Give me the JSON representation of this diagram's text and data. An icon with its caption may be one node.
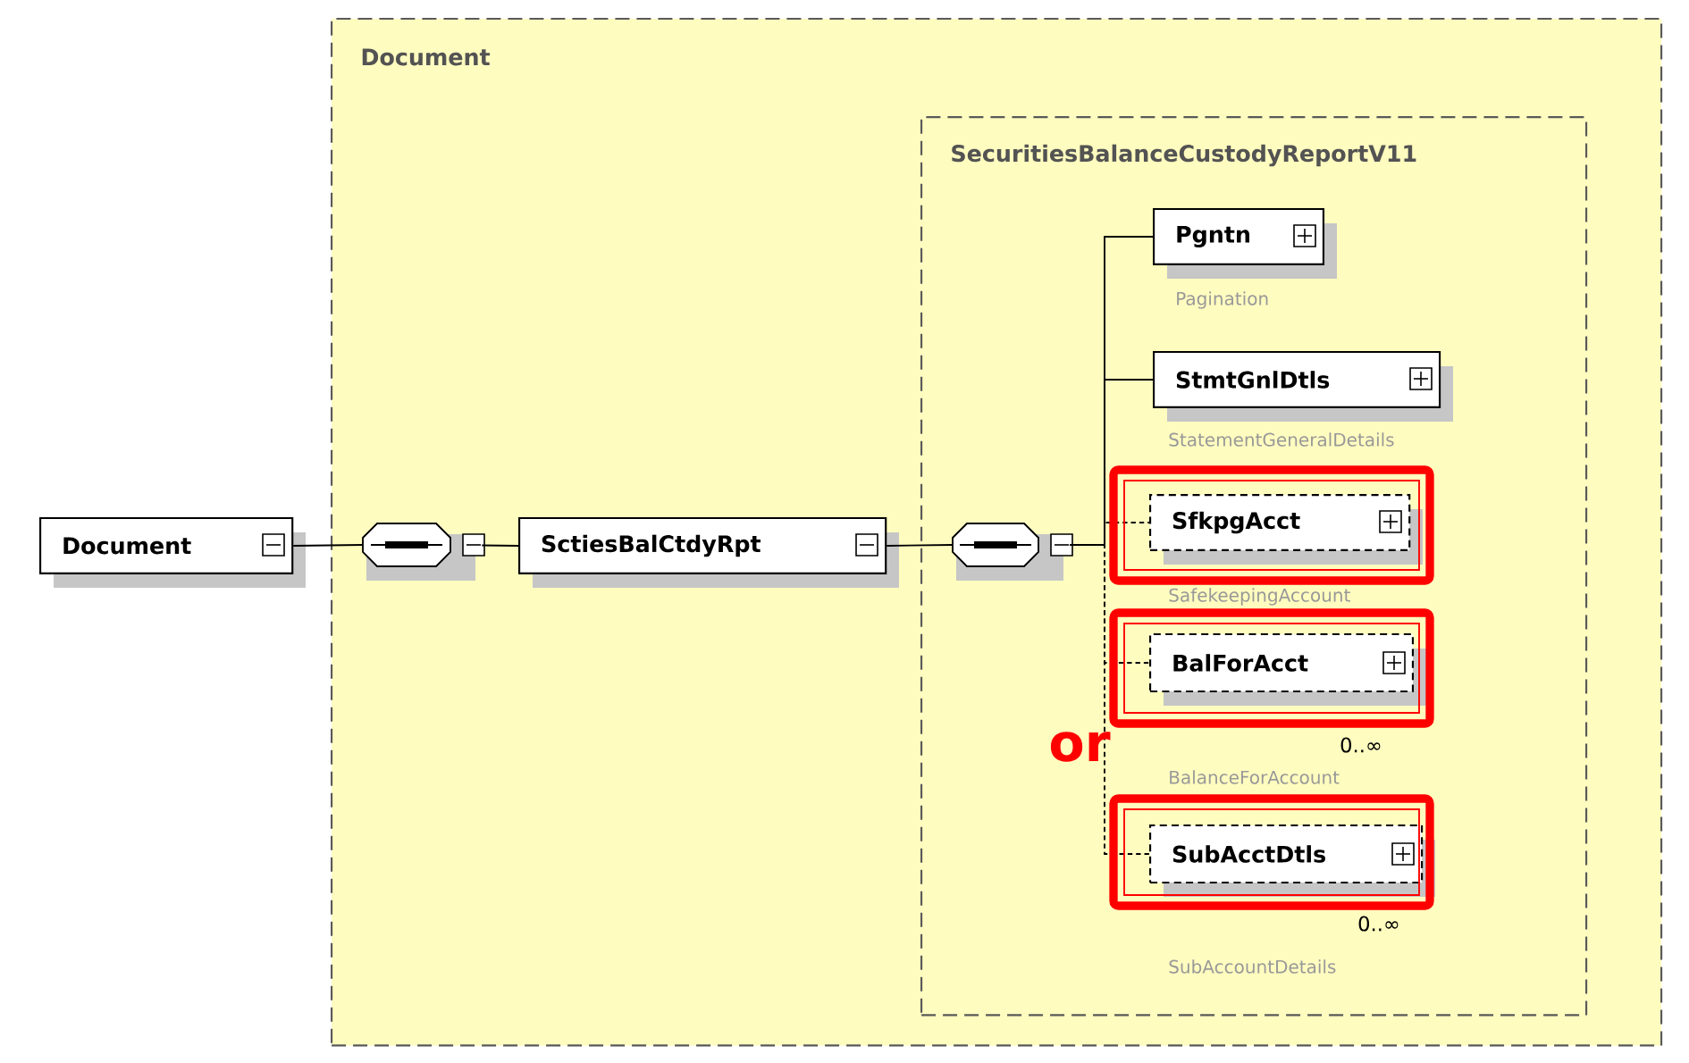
{
  "diagram": {
    "nodes": [
      {
        "text": [
          "Document"
        ]
      },
      {
        "text": [
          "SecuritiesBalanceCustodyReportV11"
        ],
        "in": 0
      },
      {
        "text": [
          "Document"
        ]
      },
      {
        "text": [],
        "shape": "octagon",
        "in": 0
      },
      {
        "text": [
          "SctiesBalCtdyRpt"
        ],
        "in": 0
      },
      {
        "text": [],
        "shape": "octagon",
        "in": 1
      },
      {
        "text": [
          "Pgntn"
        ],
        "beside": [
          "Pagination"
        ],
        "in": 1
      },
      {
        "text": [
          "StmtGnlDtls"
        ],
        "beside": [
          "StatementGeneralDetails"
        ],
        "in": 1
      },
      {
        "text": [
          "SfkpgAcct"
        ],
        "beside": [
          "SafekeepingAccount"
        ],
        "in": 1
      },
      {
        "text": [
          "BalForAcct"
        ],
        "beside": [
          "0..∞",
          "BalanceForAccount"
        ],
        "in": 1
      },
      {
        "text": [
          "SubAcctDtls"
        ],
        "beside": [
          "0..∞",
          "SubAccountDetails"
        ],
        "in": 1
      }
    ],
    "edges": [
      {
        "from": 2,
        "to": 3,
        "arrow": "none"
      },
      {
        "from": 3,
        "to": 4,
        "arrow": "none"
      },
      {
        "from": 4,
        "to": 5,
        "arrow": "none"
      },
      {
        "from": 5,
        "to": 6,
        "arrow": "none"
      },
      {
        "from": 5,
        "to": 7,
        "arrow": "none"
      },
      {
        "from": 5,
        "to": 8,
        "arrow": "none",
        "style": "dashed"
      },
      {
        "from": 5,
        "to": 9,
        "arrow": "none",
        "style": "dashed"
      },
      {
        "from": 5,
        "to": 10,
        "arrow": "none",
        "style": "dashed"
      }
    ],
    "labels": [
      "or"
    ]
  }
}
